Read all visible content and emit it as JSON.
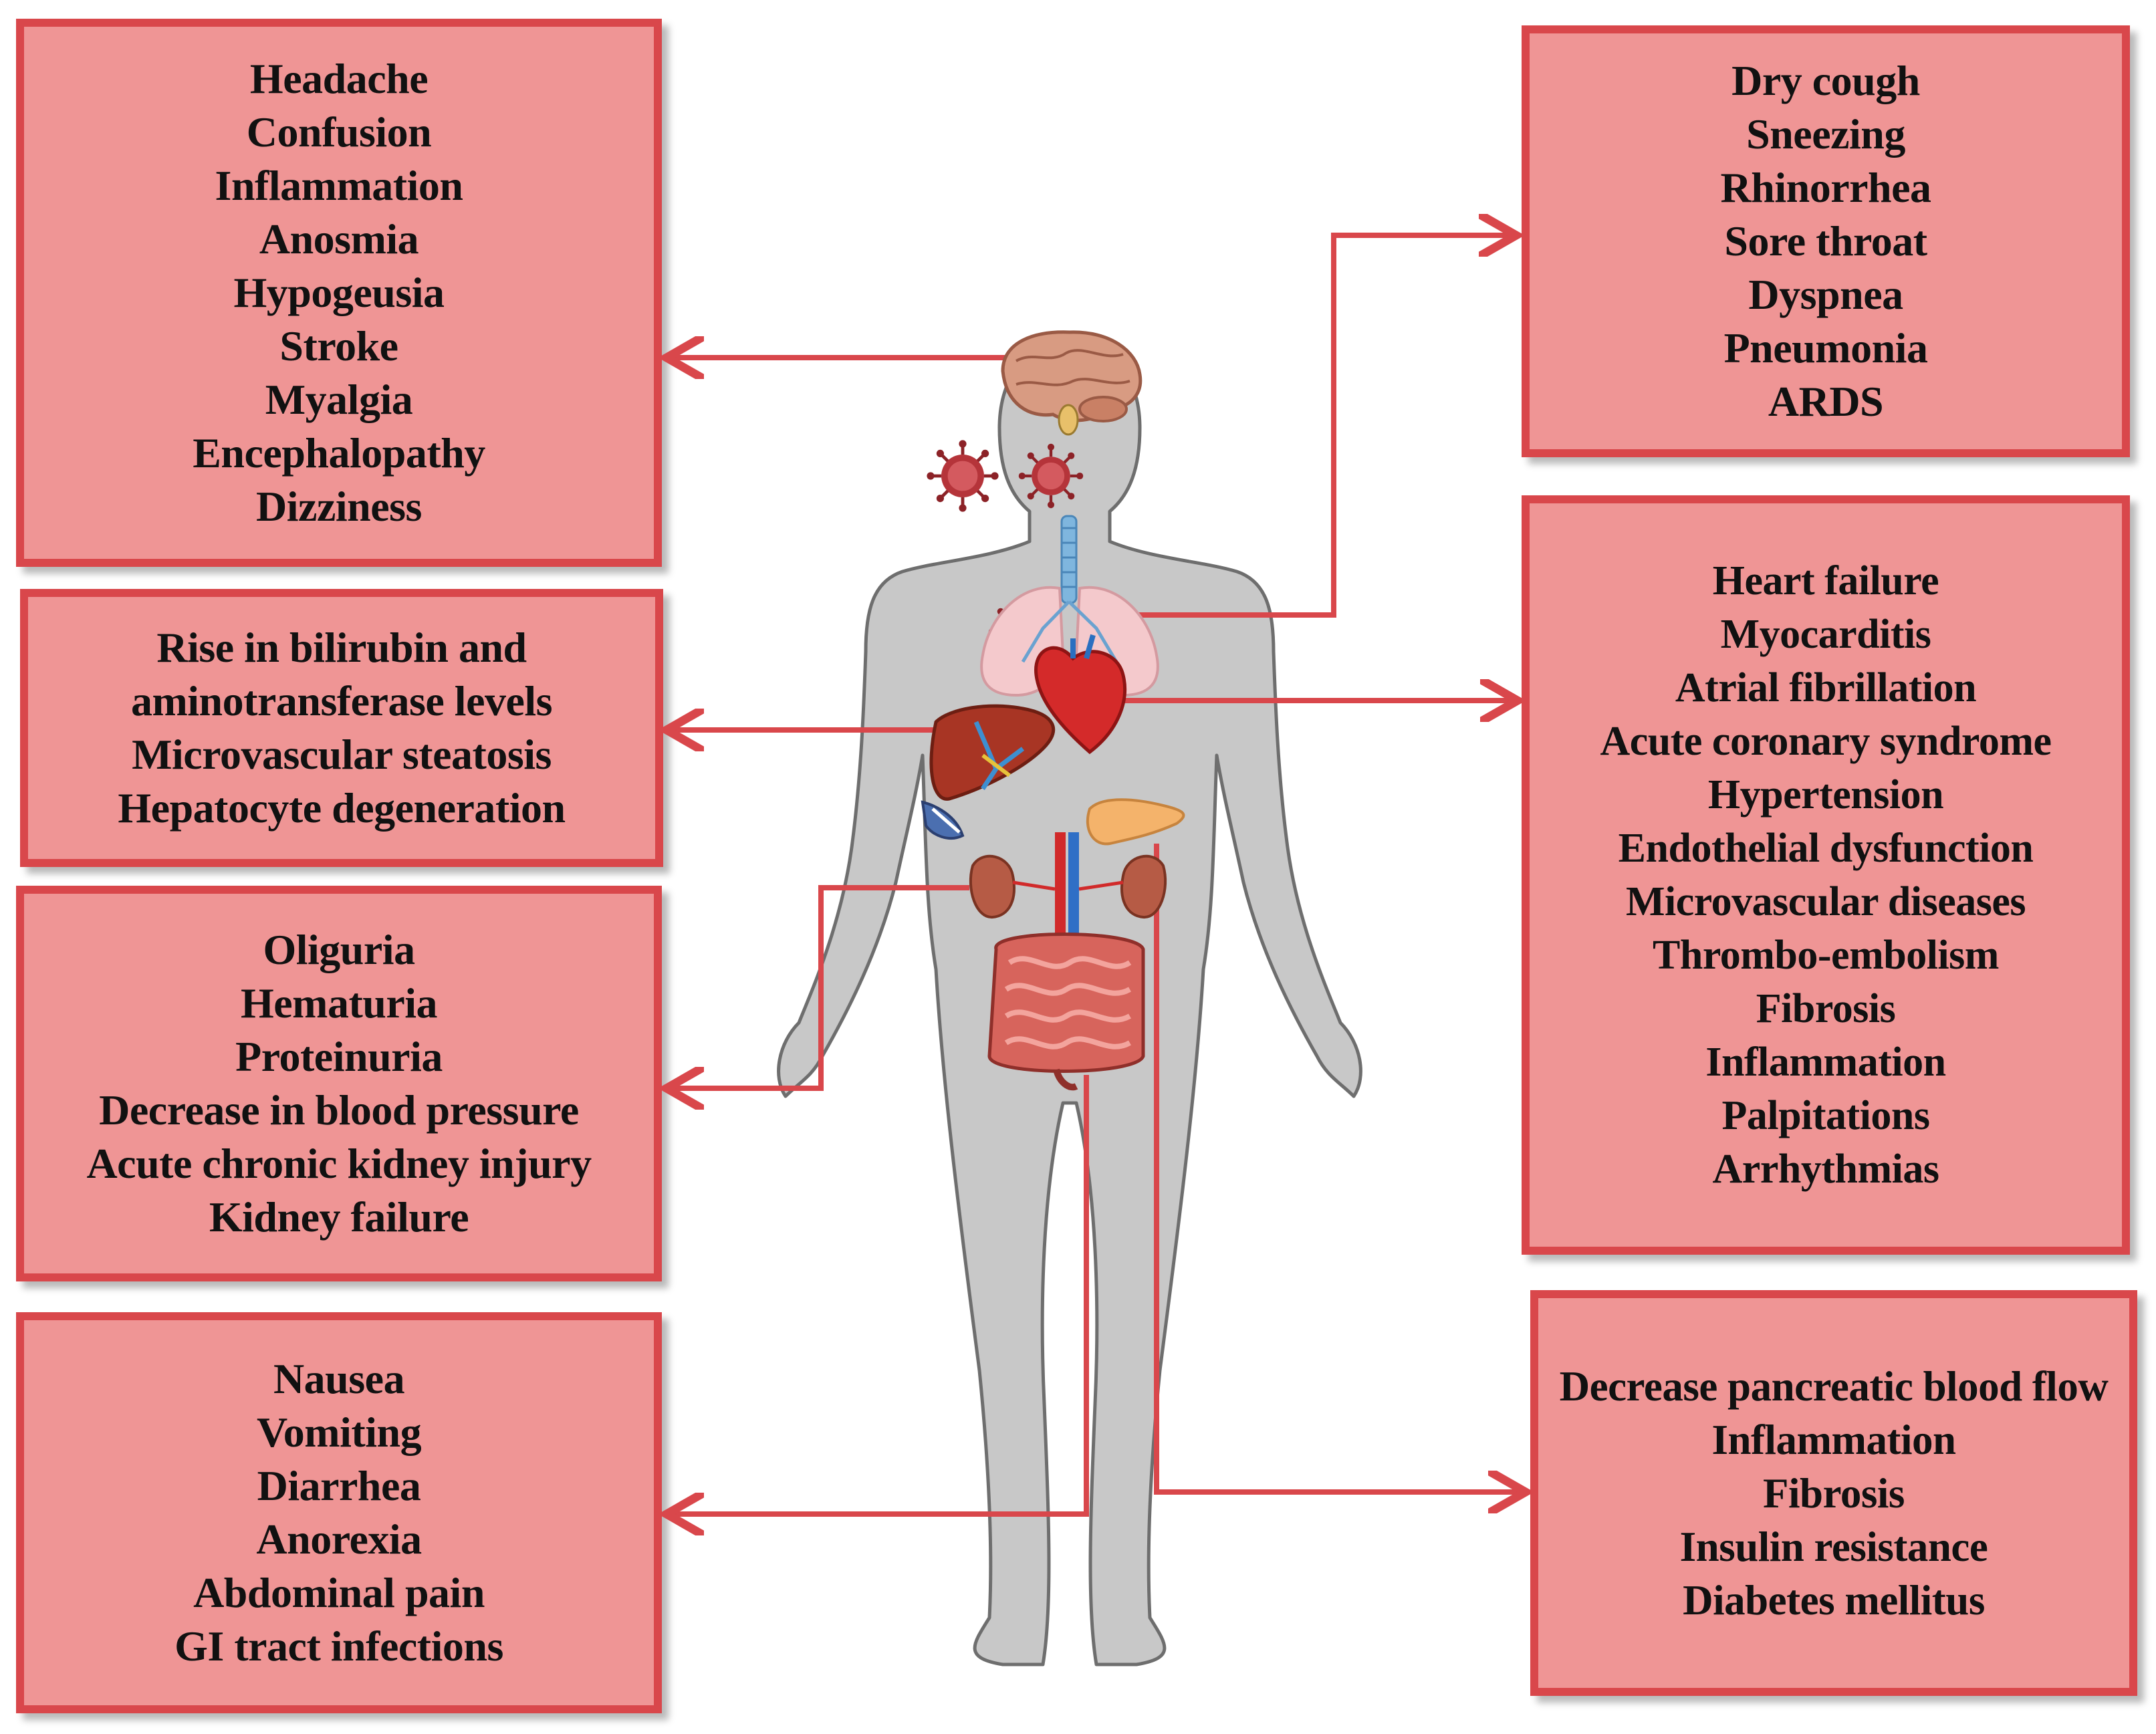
{
  "colors": {
    "box_fill": "#ef9595",
    "box_border": "#d9474b",
    "connector": "#d9474b",
    "body_silhouette": "#c8c8c8",
    "text": "#111111"
  },
  "boxes": {
    "neuro": [
      "Headache",
      "Confusion",
      "Inflammation",
      "Anosmia",
      "Hypogeusia",
      "Stroke",
      "Myalgia",
      "Encephalopathy",
      "Dizziness"
    ],
    "hepatic": [
      "Rise in bilirubin and aminotransferase levels",
      "Microvascular steatosis",
      "Hepatocyte degeneration"
    ],
    "renal": [
      "Oliguria",
      "Hematuria",
      "Proteinuria",
      "Decrease in blood pressure",
      "Acute chronic kidney injury",
      "Kidney failure"
    ],
    "gastro": [
      "Nausea",
      "Vomiting",
      "Diarrhea",
      "Anorexia",
      "Abdominal pain",
      "GI tract infections"
    ],
    "respiratory": [
      "Dry cough",
      "Sneezing",
      "Rhinorrhea",
      "Sore throat",
      "Dyspnea",
      "Pneumonia",
      "ARDS"
    ],
    "cardiovascular": [
      "Heart failure",
      "Myocarditis",
      "Atrial fibrillation",
      "Acute coronary syndrome",
      "Hypertension",
      "Endothelial dysfunction",
      "Microvascular diseases",
      "Thrombo-embolism",
      "Fibrosis",
      "Inflammation",
      "Palpitations",
      "Arrhythmias"
    ],
    "pancreatic": [
      "Decrease pancreatic blood flow",
      "Inflammation",
      "Fibrosis",
      "Insulin resistance",
      "Diabetes mellitus"
    ]
  },
  "icons": {
    "body": "human-body-icon",
    "brain": "brain-icon",
    "virus": "coronavirus-icon",
    "lungs": "lungs-icon",
    "heart": "heart-icon",
    "liver": "liver-icon",
    "pancreas": "pancreas-icon",
    "kidneys": "kidney-icon",
    "intestine": "intestine-icon"
  }
}
